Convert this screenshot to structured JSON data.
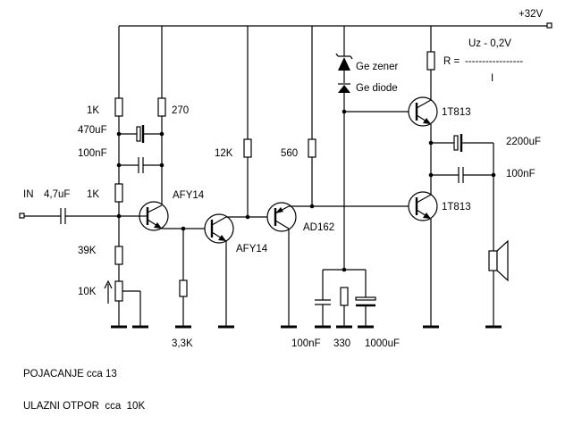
{
  "supply_label": "+32V",
  "formula": {
    "numerator": "Uz - 0,2V",
    "lhs": "R =",
    "fraction_bar": "-----------------",
    "denominator": "I"
  },
  "input": {
    "label": "IN",
    "cap": "4,7uF"
  },
  "components": {
    "r1k_top": "1K",
    "r270": "270",
    "c470": "470uF",
    "c100_left": "100nF",
    "r1k_in": "1K",
    "r39k": "39K",
    "r10k": "10K",
    "r3_3k": "3,3K",
    "r12k": "12K",
    "r560": "560",
    "zener": "Ge zener",
    "diode": "Ge diode",
    "q_afy14_1": "AFY14",
    "q_afy14_2": "AFY14",
    "q_ad162": "AD162",
    "q_1t813_top": "1T813",
    "q_1t813_bot": "1T813",
    "c2200": "2200uF",
    "c100_right": "100nF",
    "c100_bottom": "100nF",
    "r330": "330",
    "c1000": "1000uF"
  },
  "notes": {
    "gain": "POJACANJE cca 13",
    "input_resistance": "ULAZNI OTPOR  cca  10K"
  }
}
